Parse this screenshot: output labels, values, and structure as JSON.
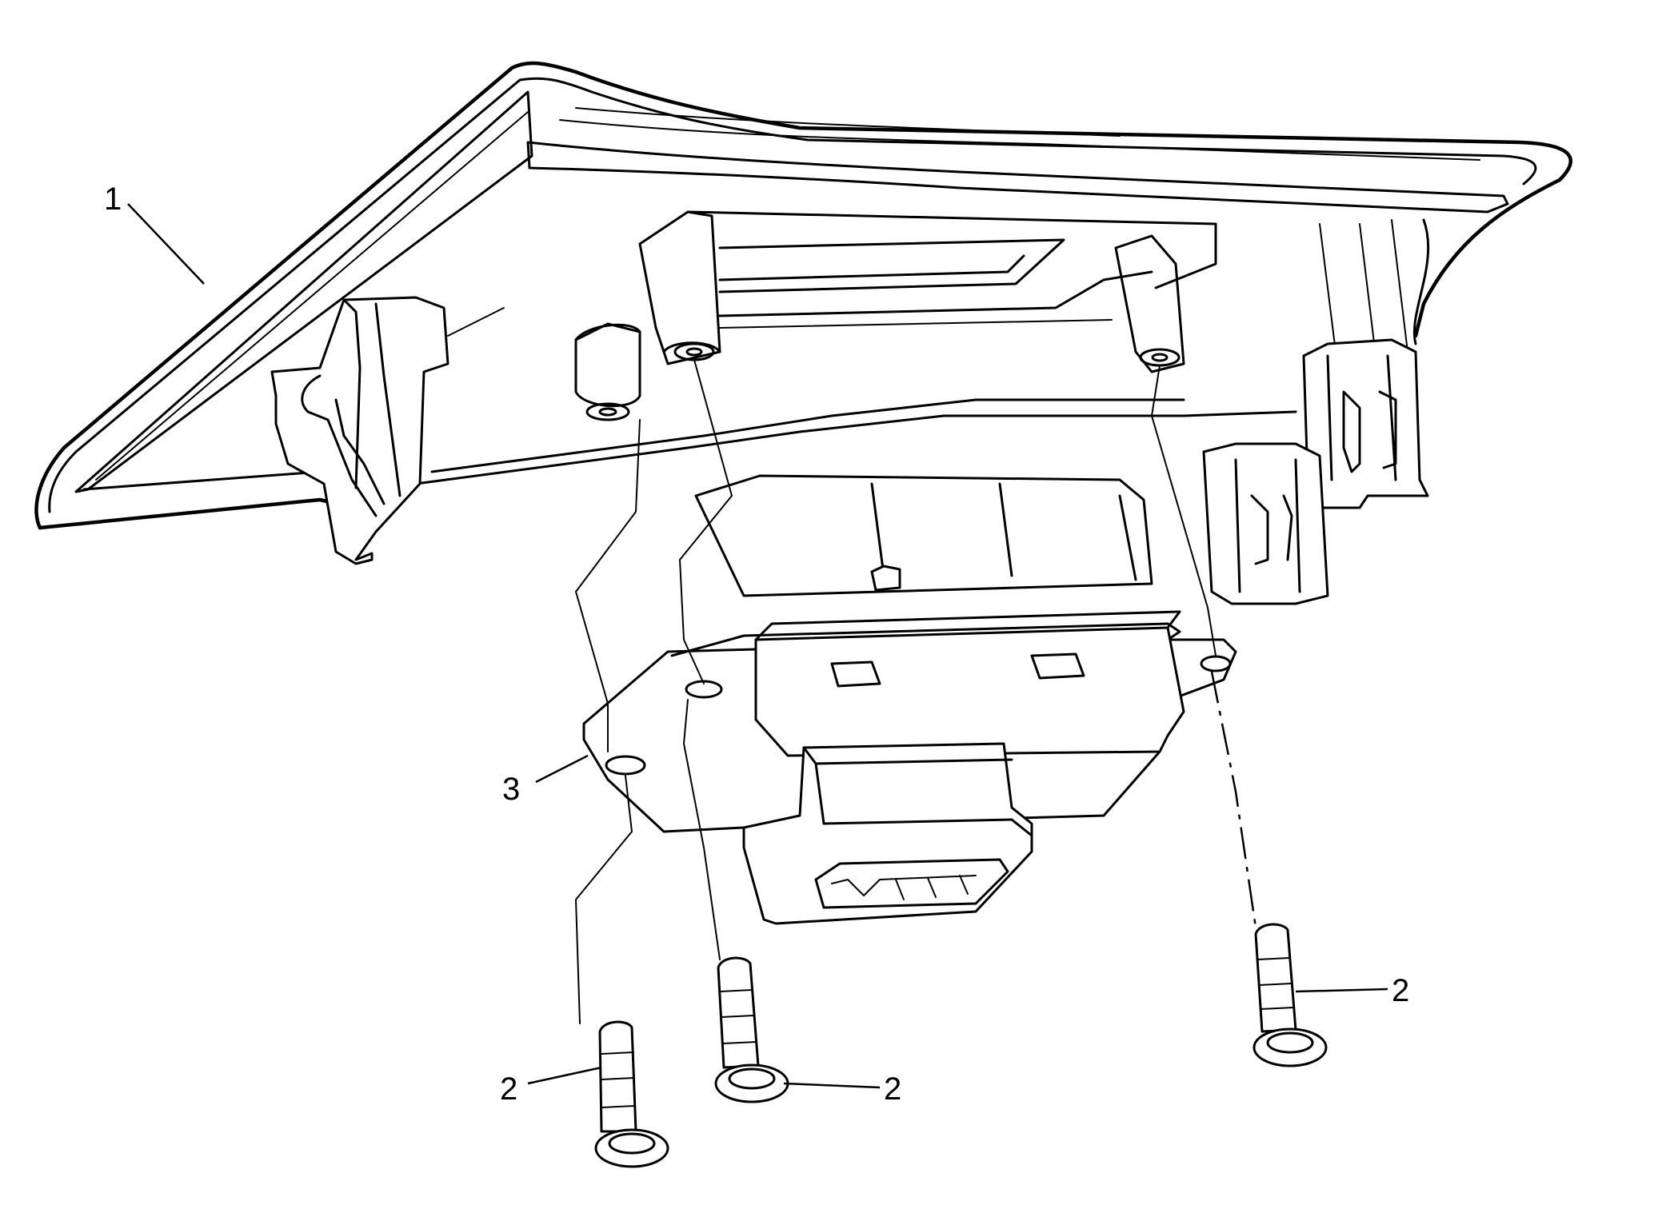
{
  "callouts": [
    {
      "id": "c1",
      "label": "1",
      "part": "trim-panel"
    },
    {
      "id": "c2a",
      "label": "2",
      "part": "screw"
    },
    {
      "id": "c2b",
      "label": "2",
      "part": "screw"
    },
    {
      "id": "c2c",
      "label": "2",
      "part": "screw"
    },
    {
      "id": "c3",
      "label": "3",
      "part": "control-module"
    }
  ],
  "colors": {
    "line": "#000000",
    "background": "#ffffff"
  }
}
